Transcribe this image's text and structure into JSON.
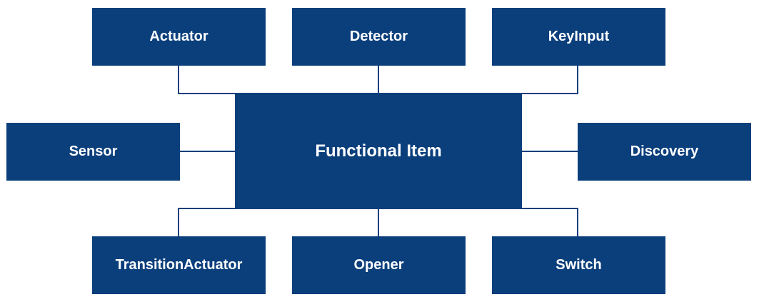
{
  "diagram": {
    "center": "Functional Item",
    "nodes": {
      "actuator": "Actuator",
      "detector": "Detector",
      "keyinput": "KeyInput",
      "sensor": "Sensor",
      "discovery": "Discovery",
      "transition_actuator": "TransitionActuator",
      "opener": "Opener",
      "switch": "Switch"
    },
    "colors": {
      "box_fill": "#0b3f7c",
      "text": "#ffffff",
      "connector": "#0b3f7c",
      "background": "#ffffff"
    }
  }
}
